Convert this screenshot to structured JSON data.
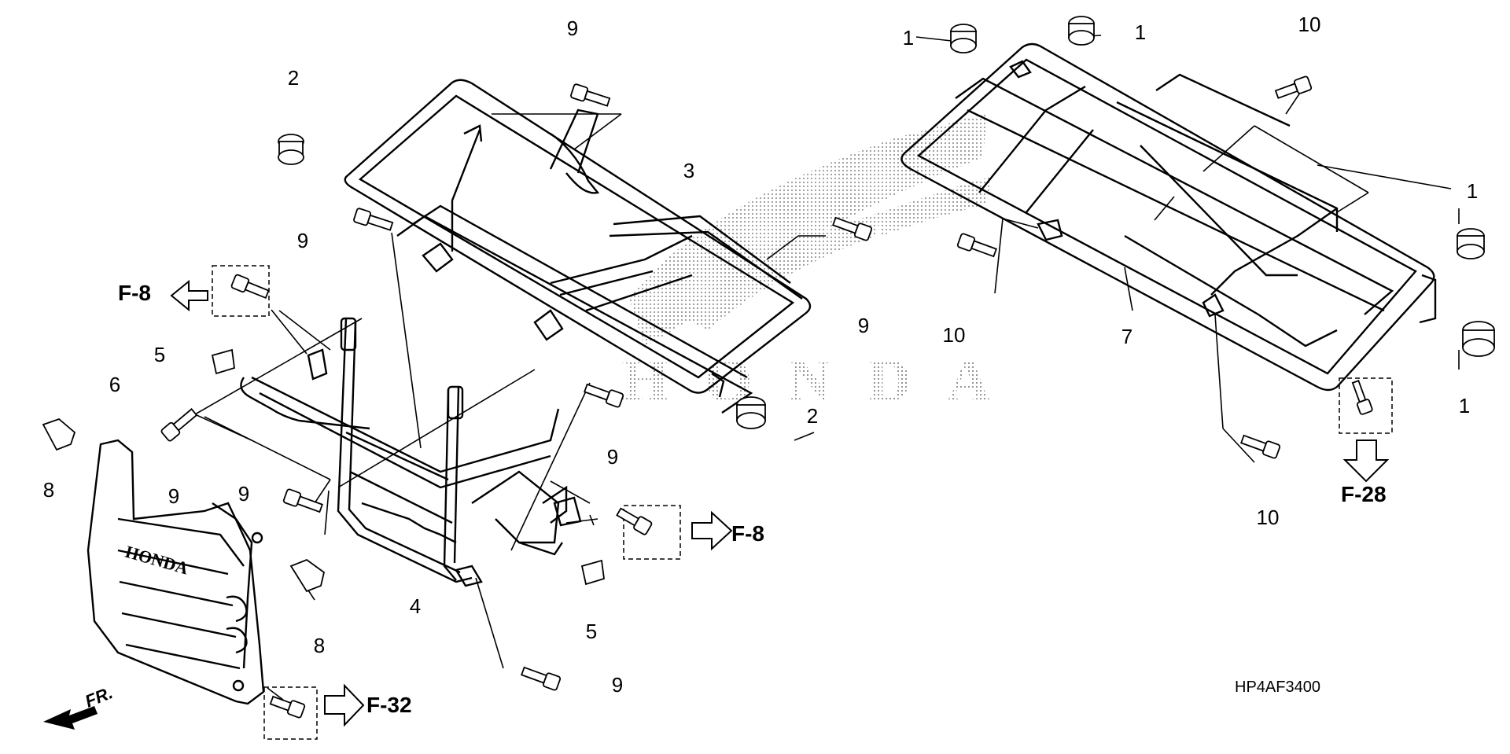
{
  "diagram_code": "HP4AF3400",
  "front_indicator": "FR.",
  "logo_text": "HONDA",
  "part_labels": {
    "l1a": "1",
    "l1b": "1",
    "l1c": "1",
    "l1d": "1",
    "l2a": "2",
    "l2b": "2",
    "l3": "3",
    "l4": "4",
    "l5a": "5",
    "l5b": "5",
    "l6": "6",
    "l7": "7",
    "l8a": "8",
    "l8b": "8",
    "l9a": "9",
    "l9b": "9",
    "l9c": "9",
    "l9d": "9",
    "l9e": "9",
    "l9f": "9",
    "l9g": "9",
    "l10a": "10",
    "l10b": "10",
    "l10c": "10"
  },
  "references": {
    "f8_left": "F-8",
    "f8_mid": "F-8",
    "f32": "F-32",
    "f28": "F-28"
  }
}
